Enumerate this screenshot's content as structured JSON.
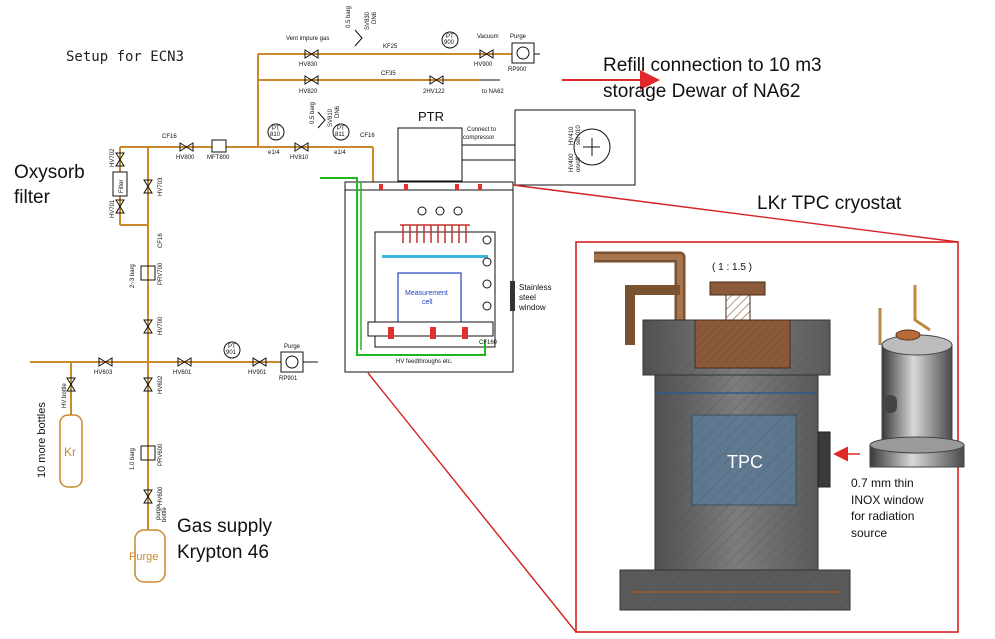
{
  "title": "Setup for ECN3",
  "labels": {
    "oxysorb": [
      "Oxysorb",
      "filter"
    ],
    "refill": [
      "Refill connection to 10 m3",
      "storage Dewar of NA62"
    ],
    "cryostat": "LKr TPC cryostat",
    "gas_supply": [
      "Gas supply",
      "Krypton 46"
    ],
    "ptr": "PTR",
    "connect": [
      "Connect to",
      "compressor"
    ],
    "stainless": [
      "Stainless",
      "steel",
      "window"
    ],
    "measurement": [
      "Measurement",
      "cell"
    ],
    "hv_feed": "HV feedthroughs etc.",
    "cf160": "CF160",
    "scale": "( 1 : 1.5 )",
    "tpc": "TPC",
    "window_note": [
      "0.7 mm thin",
      "INOX window",
      "for radiation",
      "source"
    ],
    "bottles": "10 more bottles",
    "kr": "Kr",
    "purge": "Purge",
    "hv_bottle": [
      "HV bottle"
    ],
    "purge_bottle": [
      "purge",
      "bottle"
    ]
  },
  "valves": {
    "vent": "Vent impure gas",
    "hv830": "HV830",
    "kf25": "KF25",
    "pt900": [
      "PT",
      "900"
    ],
    "vacuum": "Vacuum",
    "purge_rp": "Purge",
    "hv900": "HV900",
    "rp900": "RP900",
    "sv830": [
      "0.5 barg",
      "SV830",
      "DN6"
    ],
    "hv820": "HV820",
    "cf35": "CF35",
    "hv122": "2HV122",
    "to_na62": "to NA62",
    "cf16a": "CF16",
    "hv800": "HV800",
    "mft800": "MFT800",
    "pt810": [
      "PT",
      "810"
    ],
    "sv810": [
      "0.5 barg",
      "SV810",
      "DN6"
    ],
    "hv810": "HV810",
    "pt811": [
      "PT",
      "811"
    ],
    "cf16b": "CF16",
    "ea1": "e1/4",
    "ea2": "e1/4",
    "hv410": [
      "HV410",
      "set 010"
    ],
    "hv400": [
      "HV400",
      "on/off"
    ],
    "hv702": "HV702",
    "filter": "Filter",
    "hv701": "HV701",
    "hv703": "HV703",
    "cf16c": "CF16",
    "prv700": "PRV700",
    "prv700_set": "2~3 barg",
    "hv700": "HV700",
    "pt901": [
      "PT",
      "901"
    ],
    "purge901": "Purge",
    "hv603": "HV603",
    "hv601": "HV601",
    "hv901": "HV901",
    "rp901": "RP901",
    "hv602": "HV602",
    "prv600": "PRV600",
    "prv600_set": "1.0 barg",
    "hv600": "HV600"
  },
  "colors": {
    "pipe": "#c98a2b",
    "arrow": "#e0282a",
    "callout": "#d62020",
    "steel": "#6e6e6e",
    "copper": "#8a5a3a",
    "tpc_fill": "#5b7a95",
    "measurement_text": "#1f3fbf"
  }
}
